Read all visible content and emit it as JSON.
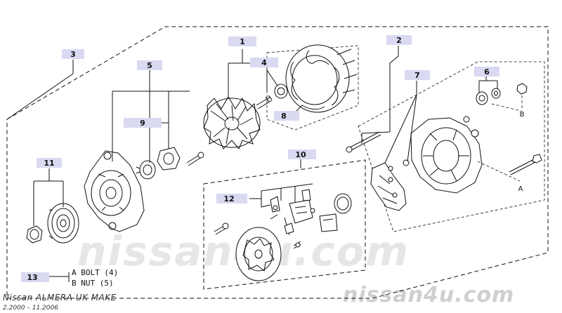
{
  "colors": {
    "callout_bg": "#d9d9f2",
    "line": "#111111"
  },
  "callouts": {
    "c1": "1",
    "c2": "2",
    "c3": "3",
    "c4": "4",
    "c5": "5",
    "c6": "6",
    "c7": "7",
    "c8": "8",
    "c9": "9",
    "c10": "10",
    "c11": "11",
    "c12": "12",
    "c13": "13"
  },
  "letters": {
    "a": "A",
    "b": "B"
  },
  "legend": {
    "line_a": "A BOLT (4)",
    "line_b": "B NUT  (5)"
  },
  "footer": {
    "title": "Nissan ALMERA UK MAKE",
    "dates": "2.2000 – 11.2006"
  },
  "watermark": {
    "big": "nissan4u.com",
    "small": "nissan4u.com"
  }
}
